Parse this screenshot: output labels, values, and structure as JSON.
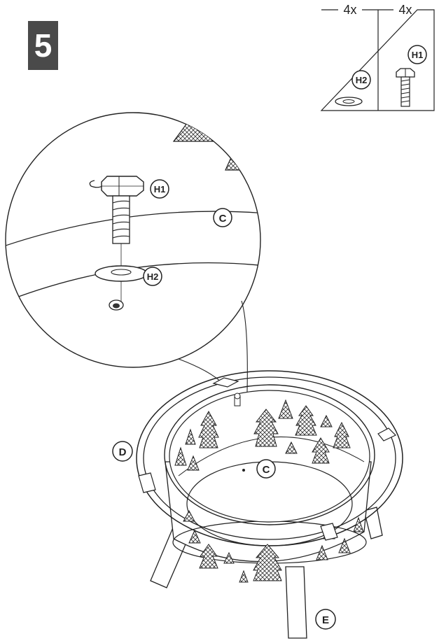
{
  "step": {
    "number": "5"
  },
  "parts_box": {
    "washer": {
      "quantity": "4x",
      "label": "H2"
    },
    "bolt": {
      "quantity": "4x",
      "label": "H1"
    }
  },
  "detail": {
    "bolt_label": "H1",
    "washer_label": "H2",
    "ring_label": "C"
  },
  "main": {
    "ring_label": "C",
    "rim_label": "D",
    "leg_label": "E"
  },
  "colors": {
    "line": "#1a1a1a",
    "badge": "#4a4a4a",
    "badge_text": "#ffffff"
  }
}
